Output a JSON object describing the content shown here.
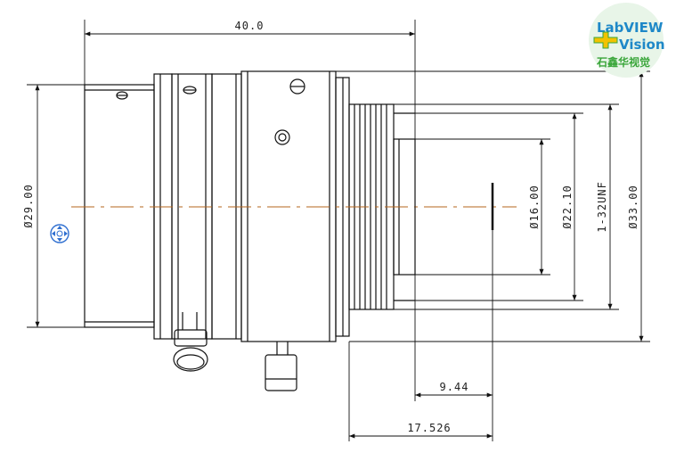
{
  "dimensions": {
    "overall_length": "40.0",
    "barrel_diameter": "Ø29.00",
    "inner_diameter": "Ø16.00",
    "mid_diameter": "Ø22.10",
    "mount_thread": "1-32UNF",
    "outer_diameter": "Ø33.00",
    "back_focus": "9.44",
    "flange_distance": "17.526"
  },
  "logo": {
    "line1": "LabVIEW",
    "line2": "Vision",
    "line3": "石鑫华视觉",
    "colors": {
      "blue": "#1e88c8",
      "green": "#3aa63a",
      "plus": "#f2c200",
      "circle": "#e8f5e8"
    }
  },
  "colors": {
    "centerline": "#b5651d",
    "line": "#111111",
    "nav": "#2f6fd0"
  }
}
